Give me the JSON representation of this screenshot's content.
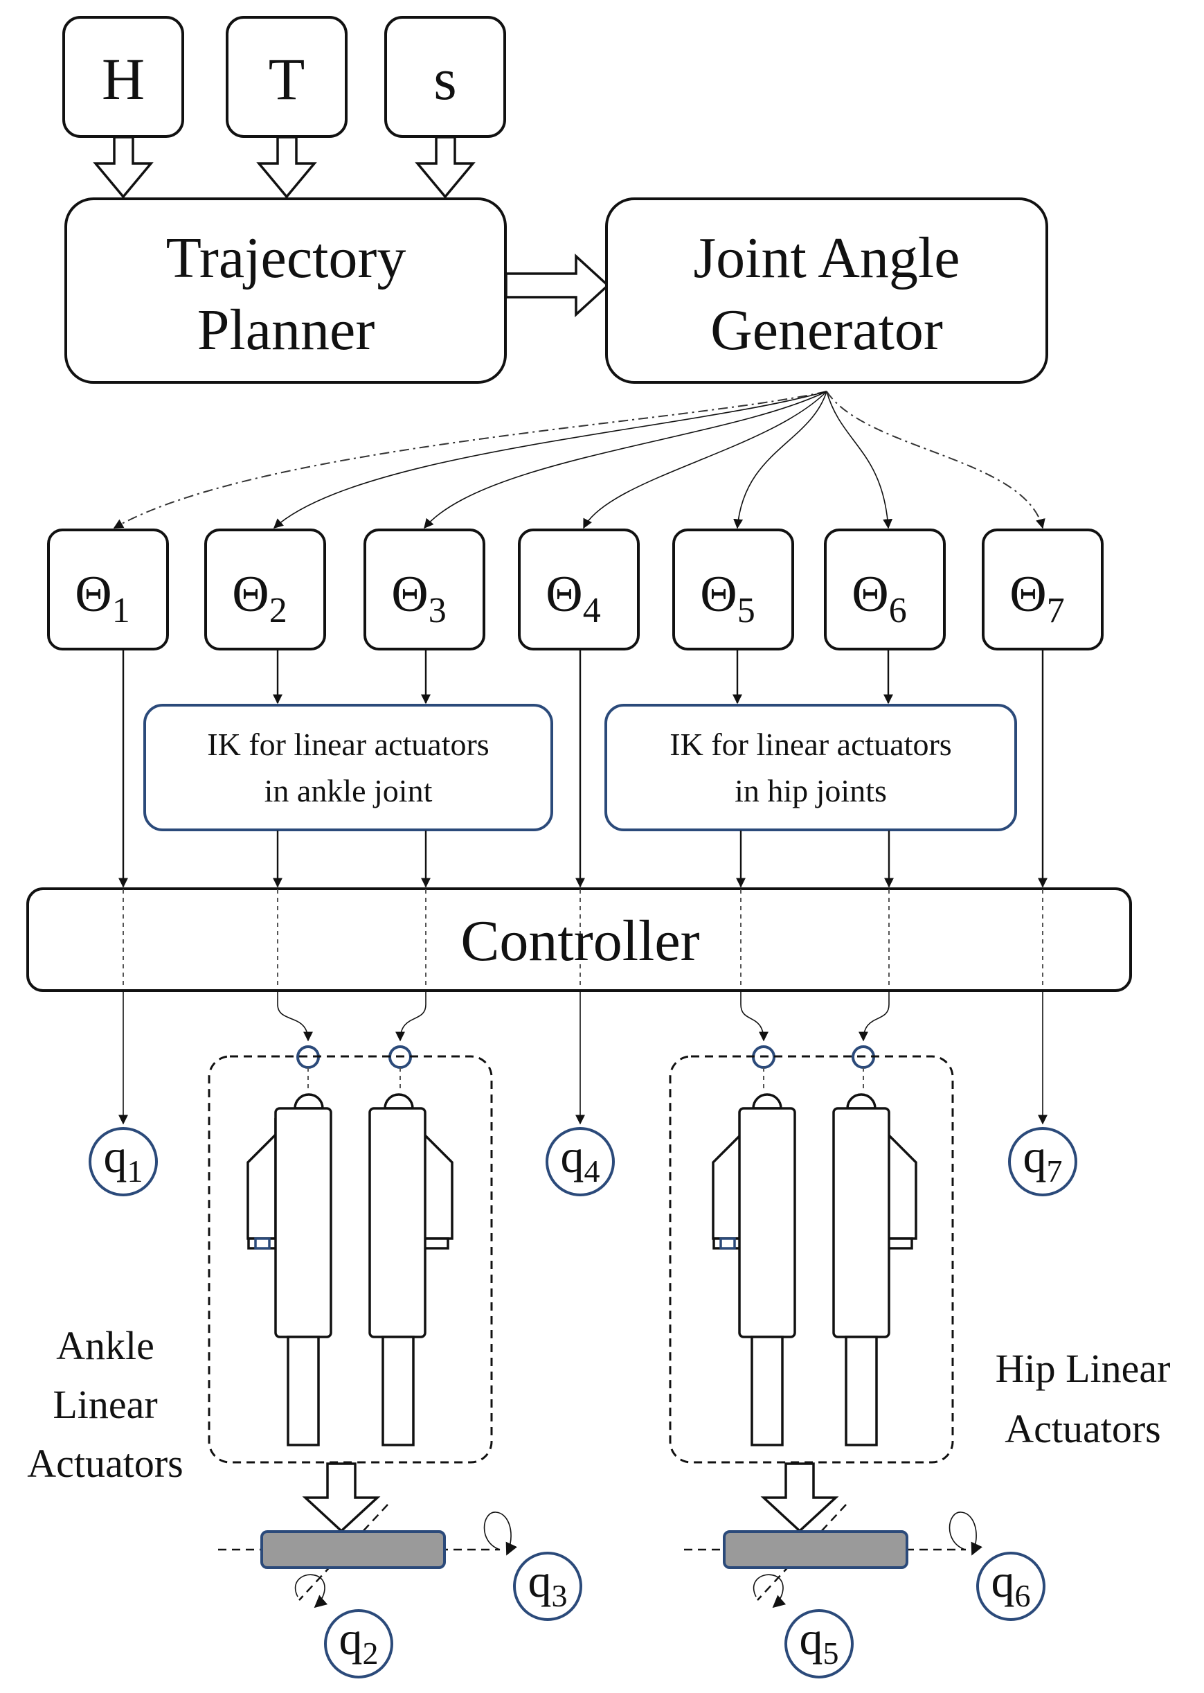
{
  "inputs": [
    {
      "label": "H"
    },
    {
      "label": "T"
    },
    {
      "label": "s"
    }
  ],
  "trajectory_planner": {
    "line1": "Trajectory",
    "line2": "Planner"
  },
  "joint_angle_generator": {
    "line1": "Joint Angle",
    "line2": "Generator"
  },
  "thetas": [
    {
      "symbol": "Θ",
      "sub": "1"
    },
    {
      "symbol": "Θ",
      "sub": "2"
    },
    {
      "symbol": "Θ",
      "sub": "3"
    },
    {
      "symbol": "Θ",
      "sub": "4"
    },
    {
      "symbol": "Θ",
      "sub": "5"
    },
    {
      "symbol": "Θ",
      "sub": "6"
    },
    {
      "symbol": "Θ",
      "sub": "7"
    }
  ],
  "ik_ankle": {
    "line1": "IK for linear actuators",
    "line2": "in ankle joint"
  },
  "ik_hip": {
    "line1": "IK for linear actuators",
    "line2": "in hip joints"
  },
  "controller": {
    "label": "Controller"
  },
  "q": [
    {
      "symbol": "q",
      "sub": "1"
    },
    {
      "symbol": "q",
      "sub": "2"
    },
    {
      "symbol": "q",
      "sub": "3"
    },
    {
      "symbol": "q",
      "sub": "4"
    },
    {
      "symbol": "q",
      "sub": "5"
    },
    {
      "symbol": "q",
      "sub": "6"
    },
    {
      "symbol": "q",
      "sub": "7"
    }
  ],
  "ankle_label": {
    "line1": "Ankle",
    "line2": "Linear",
    "line3": "Actuators"
  },
  "hip_label": {
    "line1": "Hip Linear",
    "line2": "Actuators"
  }
}
